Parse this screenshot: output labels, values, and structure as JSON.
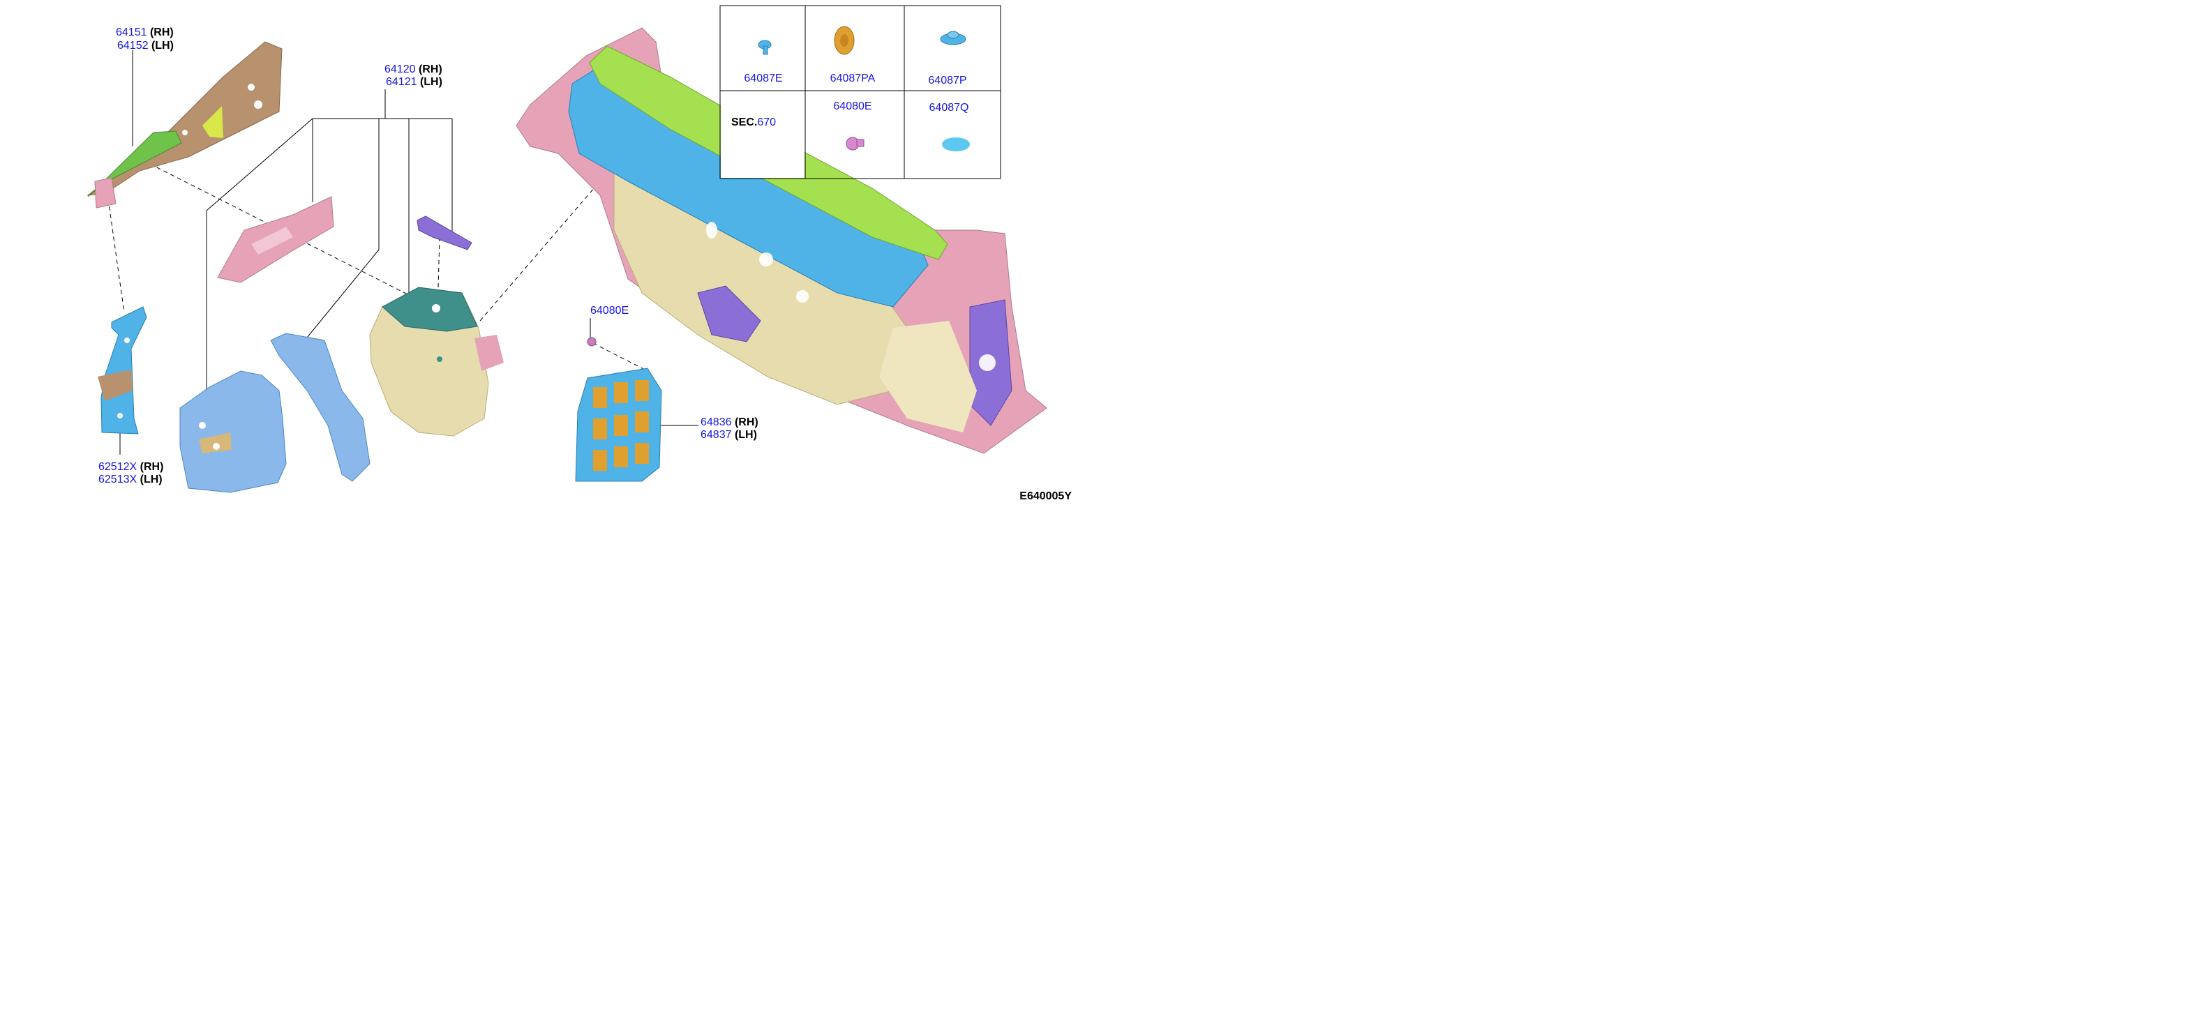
{
  "colors": {
    "part_number": "#1515e6",
    "side_text": "#000000",
    "pink": "#e6a3b8",
    "green": "#8fd44a",
    "blue": "#4fb3e8",
    "tan": "#e6dcae",
    "brown": "#b8916e",
    "purple": "#8c6fd6",
    "teal": "#3f8f8a",
    "orange": "#e0a030",
    "light_blue": "#8ab8ea"
  },
  "labels": {
    "p64151": "64151",
    "p64151_side": "(RH)",
    "p64152": "64152",
    "p64152_side": "(LH)",
    "p64120": "64120",
    "p64120_side": "(RH)",
    "p64121": "64121",
    "p64121_side": "(LH)",
    "p62512x": "62512X",
    "p62512x_side": "(RH)",
    "p62513x": "62513X",
    "p62513x_side": "(LH)",
    "p64080e": "64080E",
    "p64836": "64836",
    "p64836_side": "(RH)",
    "p64837": "64837",
    "p64837_side": "(LH)",
    "sec_prefix": "SEC.",
    "sec_number": "670"
  },
  "inset": {
    "cells": [
      "64087E",
      "64087PA",
      "64087P",
      "64080E",
      "64087Q"
    ]
  },
  "diagram_code": "E640005Y"
}
